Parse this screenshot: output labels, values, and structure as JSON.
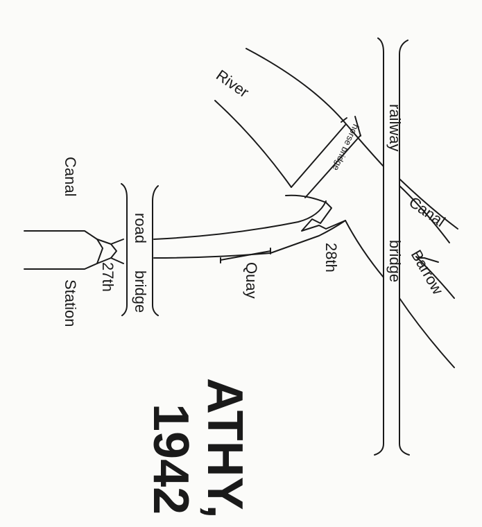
{
  "map": {
    "title": "ATHY,",
    "year": "1942",
    "labels": {
      "river": "River",
      "railway": "railway",
      "railway_bridge": "bridge",
      "horse_bridge": "horse bridge",
      "canal_left": "Canal",
      "canal_right": "Canal",
      "barrow": "Barrow",
      "road": "road",
      "road_bridge": "bridge",
      "station": "Station",
      "lock_27": "27th",
      "lock_28": "28th",
      "quay": "Quay"
    }
  }
}
